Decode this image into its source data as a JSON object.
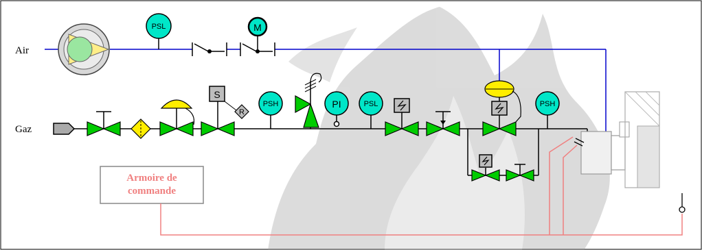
{
  "labels": {
    "air": "Air",
    "gaz": "Gaz",
    "armoire_line1": "Armoire de",
    "armoire_line2": "commande"
  },
  "instruments": {
    "psl_air": "PSL",
    "motor": "M",
    "solenoid": "S",
    "reset": "R",
    "psh_1": "PSH",
    "pi": "PI",
    "psl_gas": "PSL",
    "psh_2": "PSH"
  },
  "colors": {
    "air_line": "#0000cc",
    "gas_line": "#000000",
    "control_line": "#f08080",
    "valve_fill": "#00cc00",
    "instrument_fill": "#00e6c8",
    "actuator_fill": "#ffee00",
    "frame": "#000000"
  }
}
